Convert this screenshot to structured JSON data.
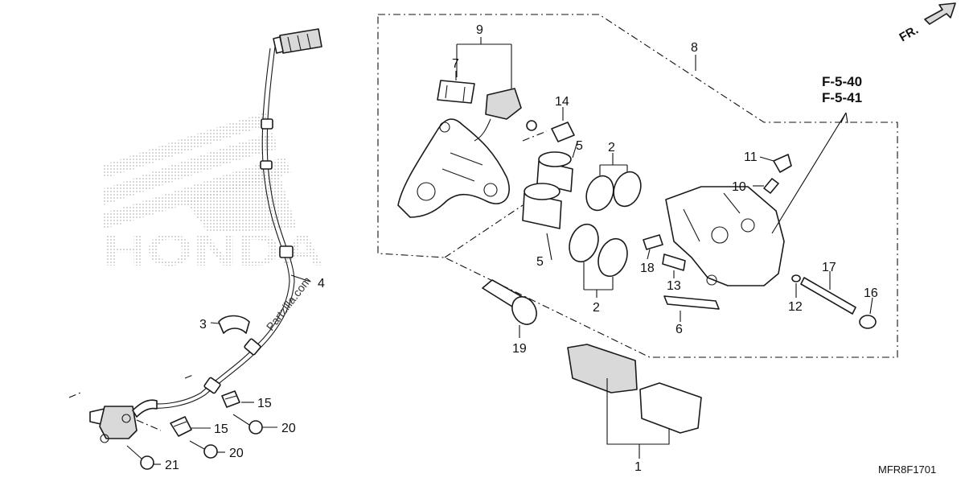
{
  "callouts": {
    "c1": "1",
    "c2_top": "2",
    "c2_bottom": "2",
    "c3": "3",
    "c4": "4",
    "c5_top": "5",
    "c5_bottom": "5",
    "c6": "6",
    "c7": "7",
    "c8": "8",
    "c9": "9",
    "c10": "10",
    "c11": "11",
    "c12": "12",
    "c13": "13",
    "c14": "14",
    "c15_top": "15",
    "c15_bottom": "15",
    "c16": "16",
    "c17": "17",
    "c18": "18",
    "c19": "19",
    "c20_top": "20",
    "c20_bottom": "20",
    "c21": "21"
  },
  "references": {
    "ref_1": "F-5-40",
    "ref_2": "F-5-41"
  },
  "front_marker": "FR.",
  "diagram_code": "MFR8F1701",
  "watermark": "Partzilla.com",
  "colors": {
    "line": "#1a1a1a",
    "logo_dots": "#b8b8b8",
    "background": "#ffffff"
  },
  "logo": {
    "kind": "brand-wing-and-wordmark-watermark",
    "text": "HONDA"
  }
}
